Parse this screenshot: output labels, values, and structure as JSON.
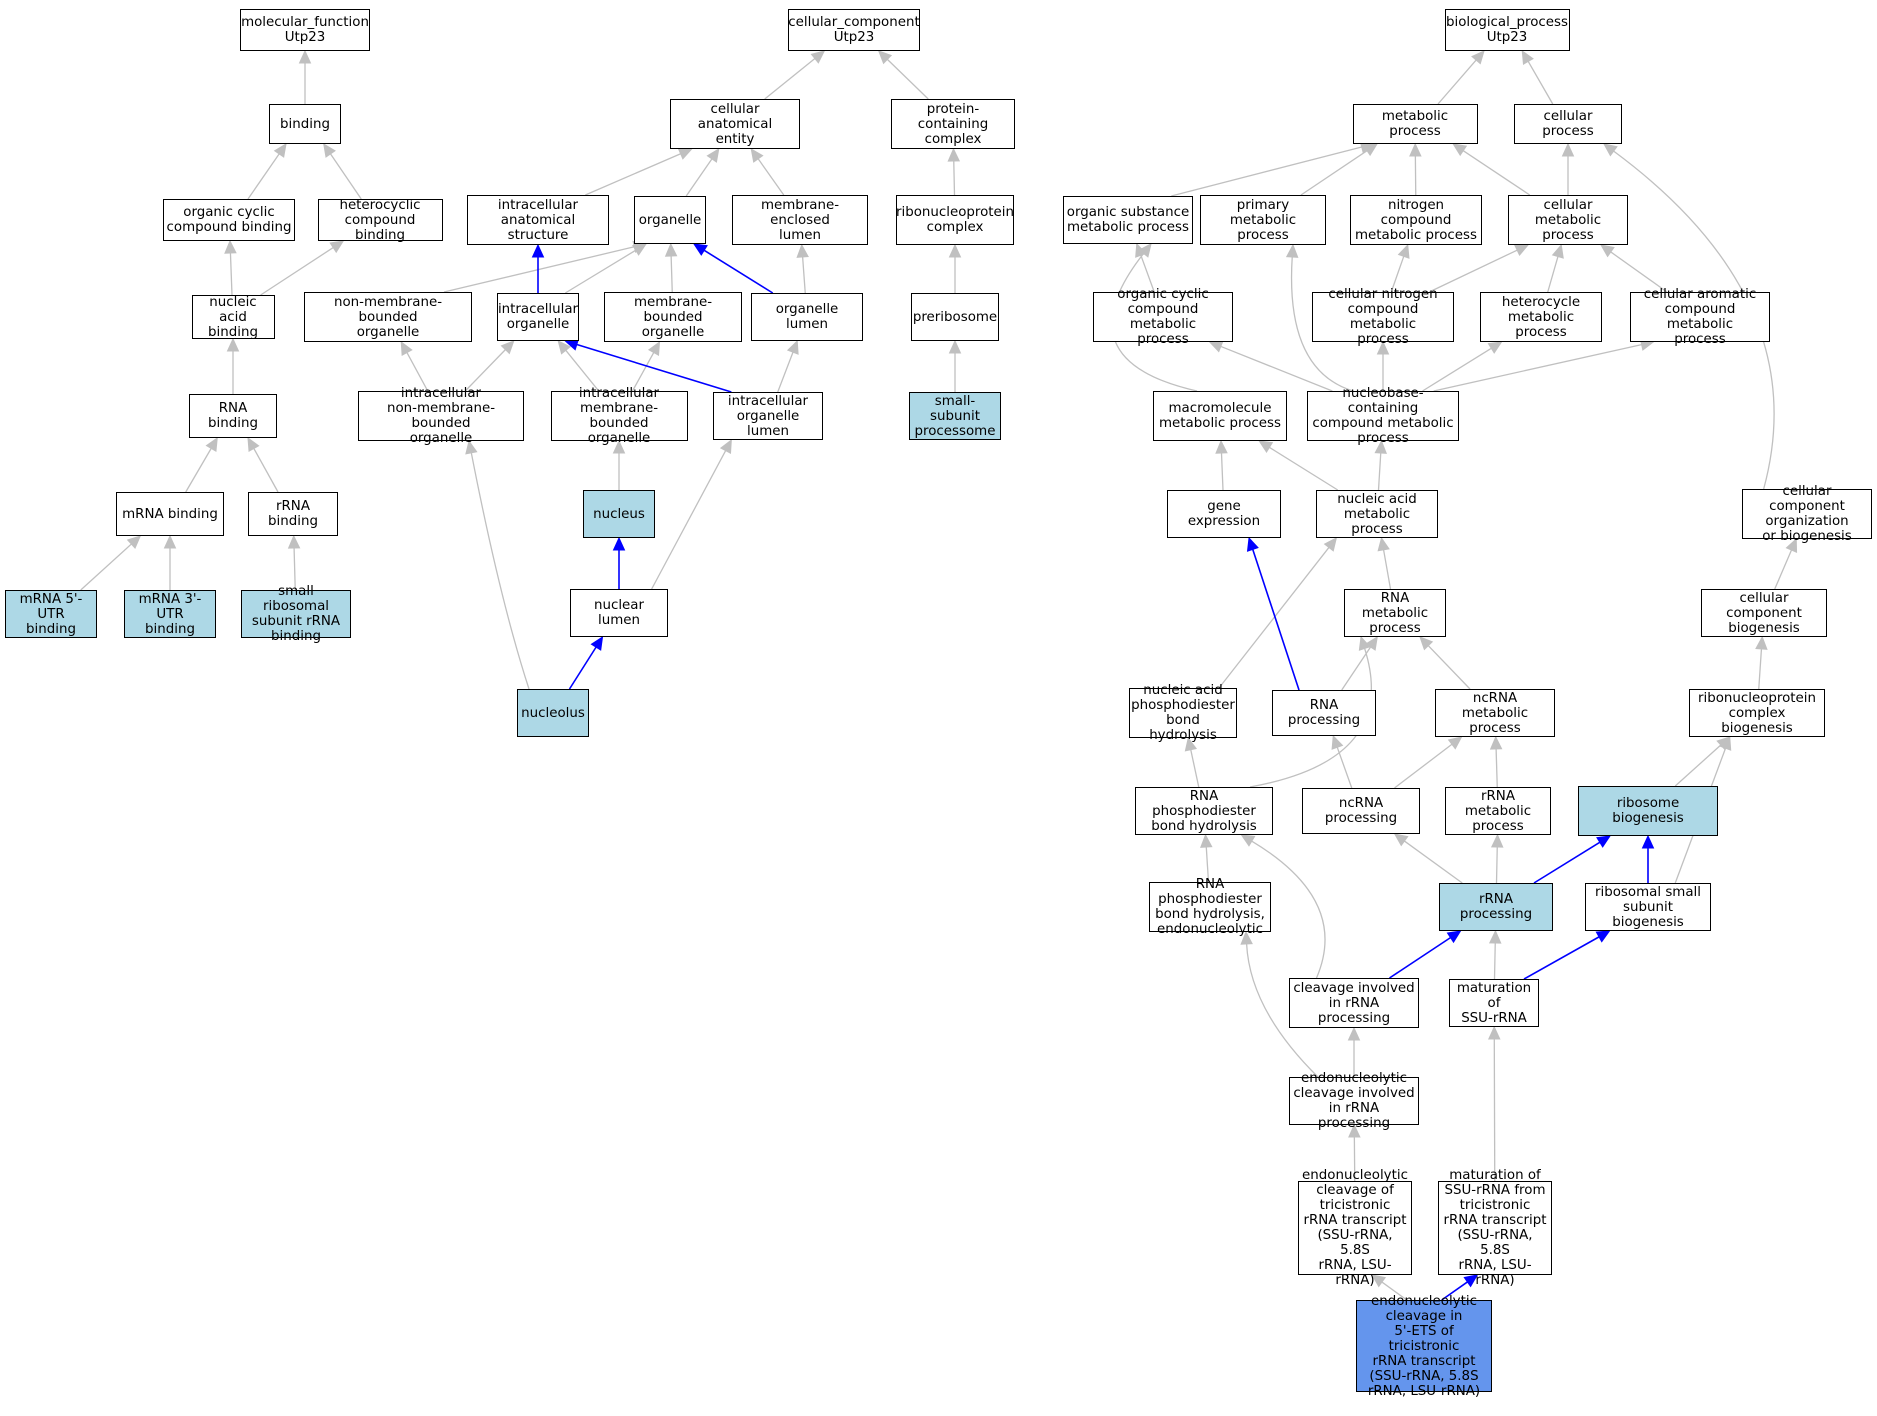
{
  "colors": {
    "default_fill": "#ffffff",
    "annotated_fill": "#add8e6",
    "focus_fill": "#6495ed",
    "edge_gray": "#c0c0c0",
    "edge_blue": "#0000ff"
  },
  "nodes": [
    {
      "id": "mf_root",
      "label": "molecular_function\nUtp23",
      "fill": "default"
    },
    {
      "id": "binding",
      "label": "binding",
      "fill": "default"
    },
    {
      "id": "org_cyc_bind",
      "label": "organic cyclic\ncompound binding",
      "fill": "default"
    },
    {
      "id": "hetero_bind",
      "label": "heterocyclic\ncompound binding",
      "fill": "default"
    },
    {
      "id": "nuc_acid_bind",
      "label": "nucleic acid\nbinding",
      "fill": "default"
    },
    {
      "id": "rna_bind",
      "label": "RNA binding",
      "fill": "default"
    },
    {
      "id": "mrna_bind",
      "label": "mRNA binding",
      "fill": "default"
    },
    {
      "id": "rrna_bind",
      "label": "rRNA binding",
      "fill": "default"
    },
    {
      "id": "mrna5",
      "label": "mRNA 5'-UTR\nbinding",
      "fill": "annotated"
    },
    {
      "id": "mrna3",
      "label": "mRNA 3'-UTR\nbinding",
      "fill": "annotated"
    },
    {
      "id": "ssu_rrna_bind",
      "label": "small ribosomal\nsubunit rRNA\nbinding",
      "fill": "annotated"
    },
    {
      "id": "cc_root",
      "label": "cellular_component\nUtp23",
      "fill": "default"
    },
    {
      "id": "cae",
      "label": "cellular anatomical\nentity",
      "fill": "default"
    },
    {
      "id": "pcc",
      "label": "protein-containing\ncomplex",
      "fill": "default"
    },
    {
      "id": "ias",
      "label": "intracellular\nanatomical structure",
      "fill": "default"
    },
    {
      "id": "organelle",
      "label": "organelle",
      "fill": "default"
    },
    {
      "id": "mel",
      "label": "membrane-enclosed\nlumen",
      "fill": "default"
    },
    {
      "id": "rnp_complex",
      "label": "ribonucleoprotein\ncomplex",
      "fill": "default"
    },
    {
      "id": "nmbo",
      "label": "non-membrane-bounded\norganelle",
      "fill": "default"
    },
    {
      "id": "io",
      "label": "intracellular\norganelle",
      "fill": "default"
    },
    {
      "id": "mbo",
      "label": "membrane-bounded\norganelle",
      "fill": "default"
    },
    {
      "id": "org_lumen",
      "label": "organelle lumen",
      "fill": "default"
    },
    {
      "id": "preribosome",
      "label": "preribosome",
      "fill": "default"
    },
    {
      "id": "inmbo",
      "label": "intracellular\nnon-membrane-bounded\norganelle",
      "fill": "default"
    },
    {
      "id": "imbo",
      "label": "intracellular\nmembrane-bounded\norganelle",
      "fill": "default"
    },
    {
      "id": "iol",
      "label": "intracellular\norganelle lumen",
      "fill": "default"
    },
    {
      "id": "ssp",
      "label": "small-subunit\nprocessome",
      "fill": "annotated"
    },
    {
      "id": "nucleus",
      "label": "nucleus",
      "fill": "annotated"
    },
    {
      "id": "nuc_lumen",
      "label": "nuclear lumen",
      "fill": "default"
    },
    {
      "id": "nucleolus",
      "label": "nucleolus",
      "fill": "annotated"
    },
    {
      "id": "bp_root",
      "label": "biological_process\nUtp23",
      "fill": "default"
    },
    {
      "id": "met_proc",
      "label": "metabolic process",
      "fill": "default"
    },
    {
      "id": "cell_proc",
      "label": "cellular process",
      "fill": "default"
    },
    {
      "id": "osmp",
      "label": "organic substance\nmetabolic process",
      "fill": "default"
    },
    {
      "id": "pmp",
      "label": "primary metabolic\nprocess",
      "fill": "default"
    },
    {
      "id": "ncmp",
      "label": "nitrogen compound\nmetabolic process",
      "fill": "default"
    },
    {
      "id": "cmp",
      "label": "cellular metabolic\nprocess",
      "fill": "default"
    },
    {
      "id": "occmp",
      "label": "organic cyclic\ncompound metabolic\nprocess",
      "fill": "default"
    },
    {
      "id": "cncmp",
      "label": "cellular nitrogen\ncompound metabolic\nprocess",
      "fill": "default"
    },
    {
      "id": "hmp",
      "label": "heterocycle\nmetabolic process",
      "fill": "default"
    },
    {
      "id": "cacmp",
      "label": "cellular aromatic\ncompound metabolic\nprocess",
      "fill": "default"
    },
    {
      "id": "macro",
      "label": "macromolecule\nmetabolic process",
      "fill": "default"
    },
    {
      "id": "nbccmp",
      "label": "nucleobase-containing\ncompound metabolic\nprocess",
      "fill": "default"
    },
    {
      "id": "gene_expr",
      "label": "gene expression",
      "fill": "default"
    },
    {
      "id": "namp",
      "label": "nucleic acid\nmetabolic process",
      "fill": "default"
    },
    {
      "id": "ccob",
      "label": "cellular component\norganization\nor biogenesis",
      "fill": "default"
    },
    {
      "id": "rnamp",
      "label": "RNA metabolic\nprocess",
      "fill": "default"
    },
    {
      "id": "ccb",
      "label": "cellular component\nbiogenesis",
      "fill": "default"
    },
    {
      "id": "napbh",
      "label": "nucleic acid\nphosphodiester\nbond hydrolysis",
      "fill": "default"
    },
    {
      "id": "rna_proc",
      "label": "RNA processing",
      "fill": "default"
    },
    {
      "id": "ncrnamp",
      "label": "ncRNA metabolic\nprocess",
      "fill": "default"
    },
    {
      "id": "rnpcb",
      "label": "ribonucleoprotein\ncomplex biogenesis",
      "fill": "default"
    },
    {
      "id": "rnapbh",
      "label": "RNA phosphodiester\nbond hydrolysis",
      "fill": "default"
    },
    {
      "id": "ncrna_proc",
      "label": "ncRNA processing",
      "fill": "default"
    },
    {
      "id": "rrnamp",
      "label": "rRNA metabolic\nprocess",
      "fill": "default"
    },
    {
      "id": "rib_bio",
      "label": "ribosome biogenesis",
      "fill": "annotated"
    },
    {
      "id": "rnapbhe",
      "label": "RNA phosphodiester\nbond hydrolysis,\nendonucleolytic",
      "fill": "default"
    },
    {
      "id": "rrna_proc",
      "label": "rRNA processing",
      "fill": "annotated"
    },
    {
      "id": "rssb",
      "label": "ribosomal small\nsubunit biogenesis",
      "fill": "default"
    },
    {
      "id": "cleav",
      "label": "cleavage involved\nin rRNA processing",
      "fill": "default"
    },
    {
      "id": "mat_ssu",
      "label": "maturation of\nSSU-rRNA",
      "fill": "default"
    },
    {
      "id": "endo_cleav",
      "label": "endonucleolytic\ncleavage involved\nin rRNA processing",
      "fill": "default"
    },
    {
      "id": "endo_tri",
      "label": "endonucleolytic\ncleavage of\ntricistronic\nrRNA transcript\n(SSU-rRNA, 5.8S\nrRNA, LSU-rRNA)",
      "fill": "default"
    },
    {
      "id": "mat_tri",
      "label": "maturation of\nSSU-rRNA from\ntricistronic\nrRNA transcript\n(SSU-rRNA, 5.8S\nrRNA, LSU-rRNA)",
      "fill": "default"
    },
    {
      "id": "focus",
      "label": "endonucleolytic\ncleavage in\n5'-ETS of tricistronic\nrRNA transcript\n(SSU-rRNA, 5.8S\nrRNA, LSU-rRNA)",
      "fill": "focus"
    }
  ],
  "edges": [
    {
      "from": "binding",
      "to": "mf_root",
      "color": "gray"
    },
    {
      "from": "org_cyc_bind",
      "to": "binding",
      "color": "gray"
    },
    {
      "from": "hetero_bind",
      "to": "binding",
      "color": "gray"
    },
    {
      "from": "nuc_acid_bind",
      "to": "org_cyc_bind",
      "color": "gray"
    },
    {
      "from": "nuc_acid_bind",
      "to": "hetero_bind",
      "color": "gray"
    },
    {
      "from": "rna_bind",
      "to": "nuc_acid_bind",
      "color": "gray"
    },
    {
      "from": "mrna_bind",
      "to": "rna_bind",
      "color": "gray"
    },
    {
      "from": "rrna_bind",
      "to": "rna_bind",
      "color": "gray"
    },
    {
      "from": "mrna5",
      "to": "mrna_bind",
      "color": "gray"
    },
    {
      "from": "mrna3",
      "to": "mrna_bind",
      "color": "gray"
    },
    {
      "from": "ssu_rrna_bind",
      "to": "rrna_bind",
      "color": "gray"
    },
    {
      "from": "cae",
      "to": "cc_root",
      "color": "gray"
    },
    {
      "from": "pcc",
      "to": "cc_root",
      "color": "gray"
    },
    {
      "from": "ias",
      "to": "cae",
      "color": "gray"
    },
    {
      "from": "organelle",
      "to": "cae",
      "color": "gray"
    },
    {
      "from": "mel",
      "to": "cae",
      "color": "gray"
    },
    {
      "from": "rnp_complex",
      "to": "pcc",
      "color": "gray"
    },
    {
      "from": "nmbo",
      "to": "organelle",
      "color": "gray"
    },
    {
      "from": "io",
      "to": "ias",
      "color": "blue"
    },
    {
      "from": "io",
      "to": "organelle",
      "color": "gray"
    },
    {
      "from": "mbo",
      "to": "organelle",
      "color": "gray"
    },
    {
      "from": "org_lumen",
      "to": "organelle",
      "color": "blue"
    },
    {
      "from": "org_lumen",
      "to": "mel",
      "color": "gray"
    },
    {
      "from": "preribosome",
      "to": "rnp_complex",
      "color": "gray"
    },
    {
      "from": "inmbo",
      "to": "nmbo",
      "color": "gray"
    },
    {
      "from": "inmbo",
      "to": "io",
      "color": "gray"
    },
    {
      "from": "imbo",
      "to": "io",
      "color": "gray"
    },
    {
      "from": "imbo",
      "to": "mbo",
      "color": "gray"
    },
    {
      "from": "iol",
      "to": "io",
      "color": "blue"
    },
    {
      "from": "iol",
      "to": "org_lumen",
      "color": "gray"
    },
    {
      "from": "ssp",
      "to": "preribosome",
      "color": "gray"
    },
    {
      "from": "nucleus",
      "to": "imbo",
      "color": "gray"
    },
    {
      "from": "nuc_lumen",
      "to": "nucleus",
      "color": "blue"
    },
    {
      "from": "nuc_lumen",
      "to": "iol",
      "color": "gray"
    },
    {
      "from": "nucleolus",
      "to": "nuc_lumen",
      "color": "blue"
    },
    {
      "from": "nucleolus",
      "to": "inmbo",
      "color": "gray"
    },
    {
      "from": "met_proc",
      "to": "bp_root",
      "color": "gray"
    },
    {
      "from": "cell_proc",
      "to": "bp_root",
      "color": "gray"
    },
    {
      "from": "osmp",
      "to": "met_proc",
      "color": "gray"
    },
    {
      "from": "pmp",
      "to": "met_proc",
      "color": "gray"
    },
    {
      "from": "ncmp",
      "to": "met_proc",
      "color": "gray"
    },
    {
      "from": "cmp",
      "to": "met_proc",
      "color": "gray"
    },
    {
      "from": "cmp",
      "to": "cell_proc",
      "color": "gray"
    },
    {
      "from": "occmp",
      "to": "osmp",
      "color": "gray"
    },
    {
      "from": "cncmp",
      "to": "ncmp",
      "color": "gray"
    },
    {
      "from": "cncmp",
      "to": "cmp",
      "color": "gray"
    },
    {
      "from": "hmp",
      "to": "cmp",
      "color": "gray"
    },
    {
      "from": "cacmp",
      "to": "cmp",
      "color": "gray"
    },
    {
      "from": "macro",
      "to": "osmp",
      "color": "gray"
    },
    {
      "from": "nbccmp",
      "to": "pmp",
      "color": "gray"
    },
    {
      "from": "nbccmp",
      "to": "occmp",
      "color": "gray"
    },
    {
      "from": "nbccmp",
      "to": "cncmp",
      "color": "gray"
    },
    {
      "from": "nbccmp",
      "to": "hmp",
      "color": "gray"
    },
    {
      "from": "nbccmp",
      "to": "cacmp",
      "color": "gray"
    },
    {
      "from": "gene_expr",
      "to": "macro",
      "color": "gray"
    },
    {
      "from": "namp",
      "to": "macro",
      "color": "gray"
    },
    {
      "from": "namp",
      "to": "nbccmp",
      "color": "gray"
    },
    {
      "from": "ccob",
      "to": "cell_proc",
      "color": "gray"
    },
    {
      "from": "rnamp",
      "to": "namp",
      "color": "gray"
    },
    {
      "from": "ccb",
      "to": "ccob",
      "color": "gray"
    },
    {
      "from": "napbh",
      "to": "namp",
      "color": "gray"
    },
    {
      "from": "rna_proc",
      "to": "gene_expr",
      "color": "blue"
    },
    {
      "from": "rna_proc",
      "to": "rnamp",
      "color": "gray"
    },
    {
      "from": "ncrnamp",
      "to": "rnamp",
      "color": "gray"
    },
    {
      "from": "rnpcb",
      "to": "ccb",
      "color": "gray"
    },
    {
      "from": "rnapbh",
      "to": "napbh",
      "color": "gray"
    },
    {
      "from": "rnapbh",
      "to": "rnamp",
      "color": "gray"
    },
    {
      "from": "ncrna_proc",
      "to": "rna_proc",
      "color": "gray"
    },
    {
      "from": "ncrna_proc",
      "to": "ncrnamp",
      "color": "gray"
    },
    {
      "from": "rrnamp",
      "to": "ncrnamp",
      "color": "gray"
    },
    {
      "from": "rib_bio",
      "to": "rnpcb",
      "color": "gray"
    },
    {
      "from": "rnapbhe",
      "to": "rnapbh",
      "color": "gray"
    },
    {
      "from": "rrna_proc",
      "to": "ncrna_proc",
      "color": "gray"
    },
    {
      "from": "rrna_proc",
      "to": "rrnamp",
      "color": "gray"
    },
    {
      "from": "rrna_proc",
      "to": "rib_bio",
      "color": "blue"
    },
    {
      "from": "rssb",
      "to": "rib_bio",
      "color": "blue"
    },
    {
      "from": "rssb",
      "to": "rnpcb",
      "color": "gray"
    },
    {
      "from": "cleav",
      "to": "rrna_proc",
      "color": "blue"
    },
    {
      "from": "cleav",
      "to": "rnapbh",
      "color": "gray"
    },
    {
      "from": "mat_ssu",
      "to": "rrna_proc",
      "color": "gray"
    },
    {
      "from": "mat_ssu",
      "to": "rssb",
      "color": "blue"
    },
    {
      "from": "endo_cleav",
      "to": "cleav",
      "color": "gray"
    },
    {
      "from": "endo_cleav",
      "to": "rnapbhe",
      "color": "gray"
    },
    {
      "from": "endo_tri",
      "to": "endo_cleav",
      "color": "gray"
    },
    {
      "from": "mat_tri",
      "to": "mat_ssu",
      "color": "gray"
    },
    {
      "from": "focus",
      "to": "endo_tri",
      "color": "gray"
    },
    {
      "from": "focus",
      "to": "mat_tri",
      "color": "blue"
    }
  ]
}
